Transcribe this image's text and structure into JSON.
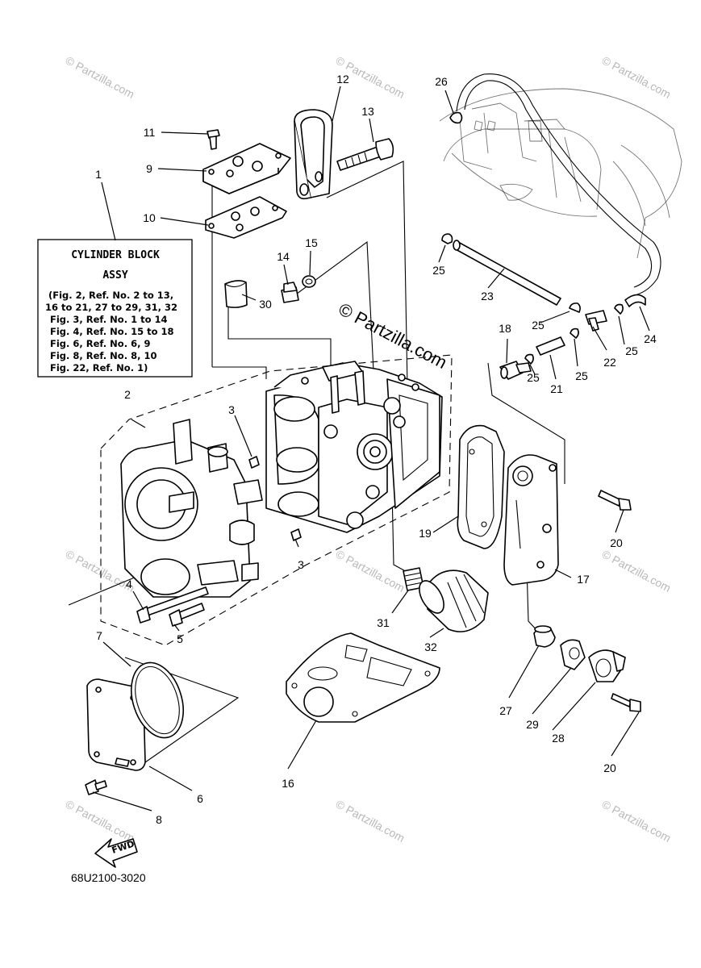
{
  "diagram": {
    "box": {
      "title_line1": "CYLINDER BLOCK",
      "title_line2": "ASSY",
      "notes": [
        "(Fig. 2, Ref. No. 2 to 13,",
        "16 to 21, 27 to 29, 31, 32",
        "Fig. 3, Ref. No. 1 to 14",
        "Fig. 4, Ref. No. 15 to 18",
        "Fig. 6, Ref. No. 6, 9",
        "Fig. 8, Ref. No. 8, 10",
        "Fig. 22, Ref. No. 1)"
      ]
    },
    "diagram_code": "68U2100-3020",
    "fwd_label": "FWD",
    "watermark": "© Partzilla.com",
    "callouts": [
      "1",
      "2",
      "3",
      "3",
      "4",
      "5",
      "6",
      "7",
      "8",
      "9",
      "10",
      "11",
      "12",
      "13",
      "14",
      "15",
      "16",
      "17",
      "18",
      "19",
      "20",
      "20",
      "21",
      "22",
      "23",
      "24",
      "25",
      "25",
      "25",
      "25",
      "25",
      "26",
      "27",
      "28",
      "29",
      "30",
      "31",
      "32"
    ]
  }
}
